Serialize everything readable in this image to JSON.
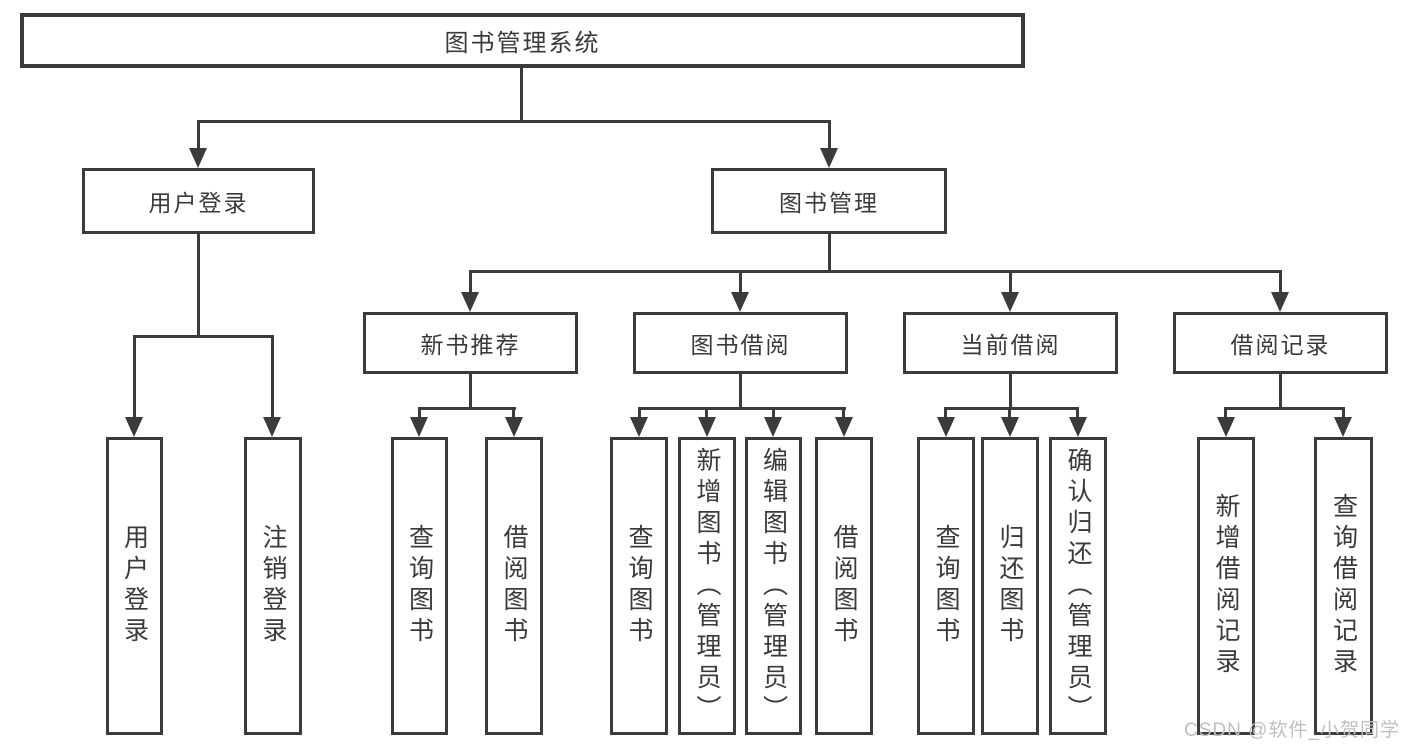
{
  "diagram": {
    "root": {
      "label": "图书管理系统"
    },
    "level2": {
      "user_login": {
        "label": "用户登录"
      },
      "book_management": {
        "label": "图书管理"
      }
    },
    "level3": {
      "new_book_recommend": {
        "label": "新书推荐"
      },
      "book_borrow": {
        "label": "图书借阅"
      },
      "current_borrow": {
        "label": "当前借阅"
      },
      "borrow_records": {
        "label": "借阅记录"
      }
    },
    "leaves": {
      "user_login": [
        "用户登录",
        "注销登录"
      ],
      "new_book_recommend": [
        "查询图书",
        "借阅图书"
      ],
      "book_borrow": [
        "查询图书",
        "新增图书（管理员）",
        "编辑图书（管理员）",
        "借阅图书"
      ],
      "current_borrow": [
        "查询图书",
        "归还图书",
        "确认归还（管理员）"
      ],
      "borrow_records": [
        "新增借阅记录",
        "查询借阅记录"
      ]
    }
  },
  "watermark": {
    "text": "CSDN @软件_小贺同学"
  },
  "colors": {
    "line": "#3b3b3b",
    "text": "#3a3a3a",
    "background": "#ffffff",
    "box_fill": "#ffffff",
    "watermark": "#bfbfbf"
  }
}
